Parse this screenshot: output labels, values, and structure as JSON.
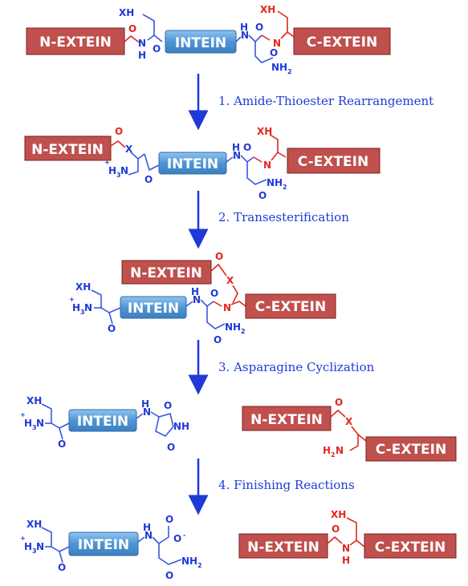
{
  "labels": {
    "n_extein": "N-EXTEIN",
    "c_extein": "C-EXTEIN",
    "intein": "INTEIN"
  },
  "steps": [
    "1. Amide-Thioester Rearrangement",
    "2. Transesterification",
    "3. Asparagine Cyclization",
    "4. Finishing Reactions"
  ],
  "atoms": {
    "XH": "XH",
    "X": "X",
    "O": "O",
    "N": "N",
    "H": "H",
    "NH": "NH",
    "NH2_main": "NH",
    "H3N_main": "H",
    "H2N_main": "H",
    "sub2": "2",
    "sub3": "3",
    "plus": "+",
    "minus": "-"
  },
  "colors": {
    "extein_box": "#c0504d",
    "intein_box": "#4f95d4",
    "blue": "#1f3ad6",
    "red": "#e0281e"
  }
}
